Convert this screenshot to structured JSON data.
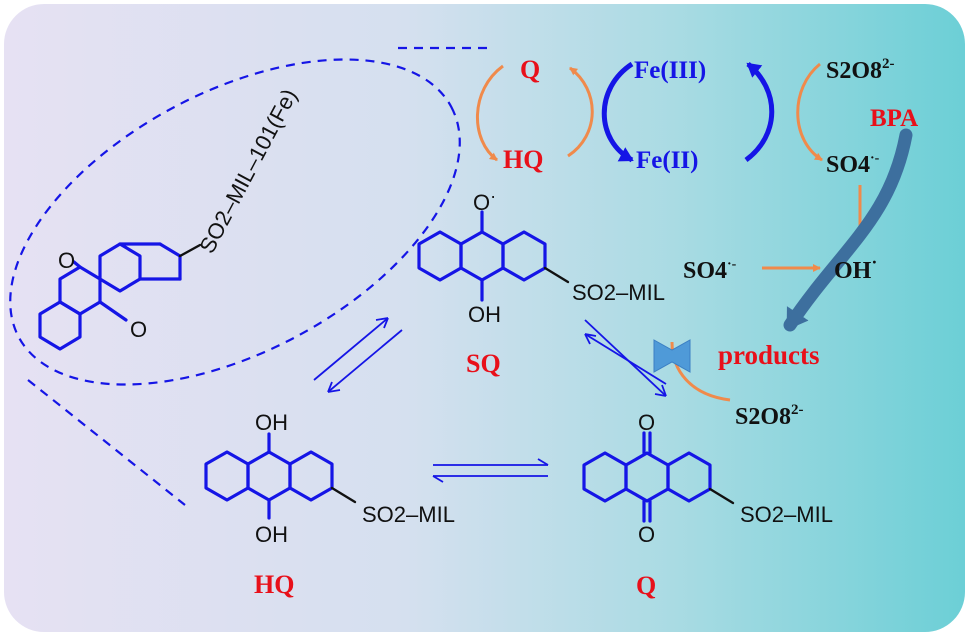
{
  "diagram": {
    "catalyst_label": "SO2–MIL–101(Fe)",
    "cycle": {
      "q_label": "Q",
      "hq_label": "HQ",
      "fe3_label": "Fe(III)",
      "fe2_label": "Fe(II)",
      "persulfate_top": "S2O8",
      "persulfate_top_charge": "2-",
      "sulfate_radical": "SO4",
      "sulfate_radical_charge": "·-",
      "bpa_label": "BPA"
    },
    "middle": {
      "sulfate_radical": "SO4",
      "sulfate_radical_charge": "·-",
      "hydroxyl_radical": "OH",
      "hydroxyl_radical_mark": "·",
      "products_label": "products",
      "persulfate": "S2O8",
      "persulfate_charge": "2-"
    },
    "structures": {
      "sq": {
        "top": "O",
        "top_mark": "·",
        "bottom": "OH",
        "substituent": "SO2–MIL",
        "name": "SQ"
      },
      "hq": {
        "top": "OH",
        "bottom": "OH",
        "substituent": "SO2–MIL",
        "name": "HQ"
      },
      "q": {
        "top": "O",
        "bottom": "O",
        "substituent": "SO2–MIL",
        "name": "Q"
      },
      "inset": {
        "top": "O",
        "bottom": "O"
      }
    },
    "colors": {
      "red_label": "#e8101a",
      "blue_structure": "#1515e6",
      "orange_arrow": "#f08a4b",
      "big_arrow": "#3d6f9e",
      "bg_left": "#e6e1f3",
      "bg_right": "#6ccfd6"
    }
  }
}
